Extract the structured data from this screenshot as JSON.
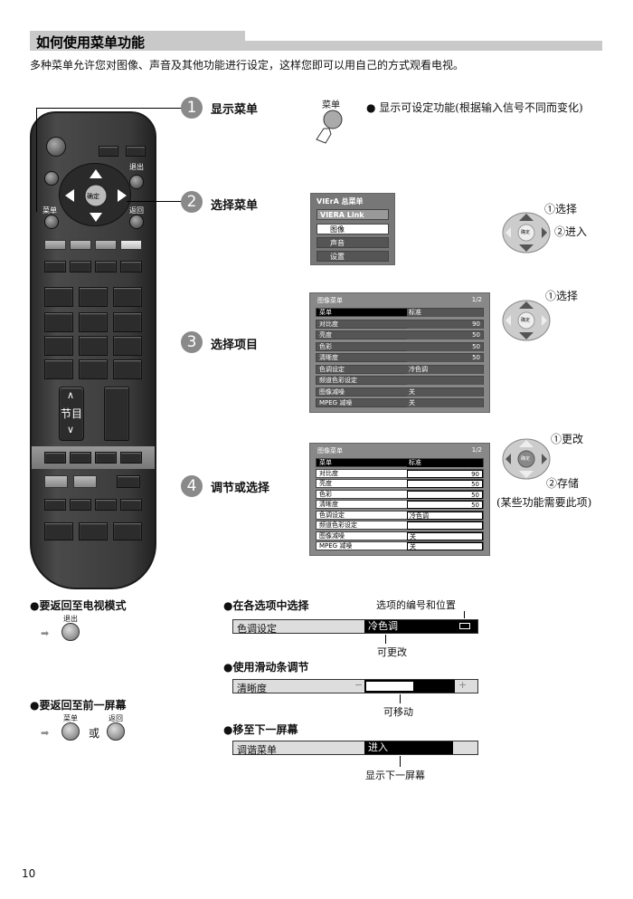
{
  "header": {
    "title": "如何使用菜单功能",
    "intro": "多种菜单允许您对图像、声音及其他功能进行设定，这样您即可以用自己的方式观看电视。"
  },
  "remote": {
    "exit_label": "退出",
    "menu_label": "菜单",
    "ok_label": "确定",
    "back_label": "返回",
    "channel_label": "节目"
  },
  "steps": [
    {
      "num": "1",
      "label": "显示菜单"
    },
    {
      "num": "2",
      "label": "选择菜单"
    },
    {
      "num": "3",
      "label": "选择项目"
    },
    {
      "num": "4",
      "label": "调节或选择"
    }
  ],
  "step1": {
    "button_label": "菜单",
    "note": "● 显示可设定功能(根据输入信号不同而变化)"
  },
  "main_menu": {
    "title": "VIErA 总菜单",
    "items": [
      "VIERA Link",
      "图像",
      "声音",
      "设置"
    ]
  },
  "step2_nav": {
    "select": "①选择",
    "enter": "②进入",
    "ok": "确定"
  },
  "step3_nav": {
    "select": "①选择",
    "ok": "确定"
  },
  "step4_nav": {
    "change": "①更改",
    "store": "②存储",
    "note": "(某些功能需要此项)",
    "ok": "确定"
  },
  "picture_menu": {
    "title": "图像菜单",
    "page": "1/2",
    "rows": [
      {
        "label": "菜单",
        "value": "标准"
      },
      {
        "label": "对比度",
        "value": "90"
      },
      {
        "label": "亮度",
        "value": "50"
      },
      {
        "label": "色彩",
        "value": "50"
      },
      {
        "label": "清晰度",
        "value": "50"
      },
      {
        "label": "色调设定",
        "value": "冷色调"
      },
      {
        "label": "频道色彩设定",
        "value": ""
      },
      {
        "label": "图像减噪",
        "value": "关"
      },
      {
        "label": "MPEG 减噪",
        "value": "关"
      }
    ]
  },
  "left_notes": {
    "return_tv": "●要返回至电视模式",
    "exit_btn": "退出",
    "return_prev": "●要返回至前一屏幕",
    "menu_btn": "菜单",
    "back_btn": "返回",
    "or": "或"
  },
  "right_notes": {
    "choose": "●在各选项中选择",
    "choose_caption": "选项的编号和位置",
    "choose_bar_label": "色调设定",
    "choose_bar_value": "冷色调",
    "choose_under": "可更改",
    "slider": "●使用滑动条调节",
    "slider_label": "清晰度",
    "slider_minus": "−",
    "slider_plus": "+",
    "slider_under": "可移动",
    "next": "●移至下一屏幕",
    "next_label": "调谐菜单",
    "next_value": "进入",
    "next_under": "显示下一屏幕"
  },
  "page_number": "10"
}
